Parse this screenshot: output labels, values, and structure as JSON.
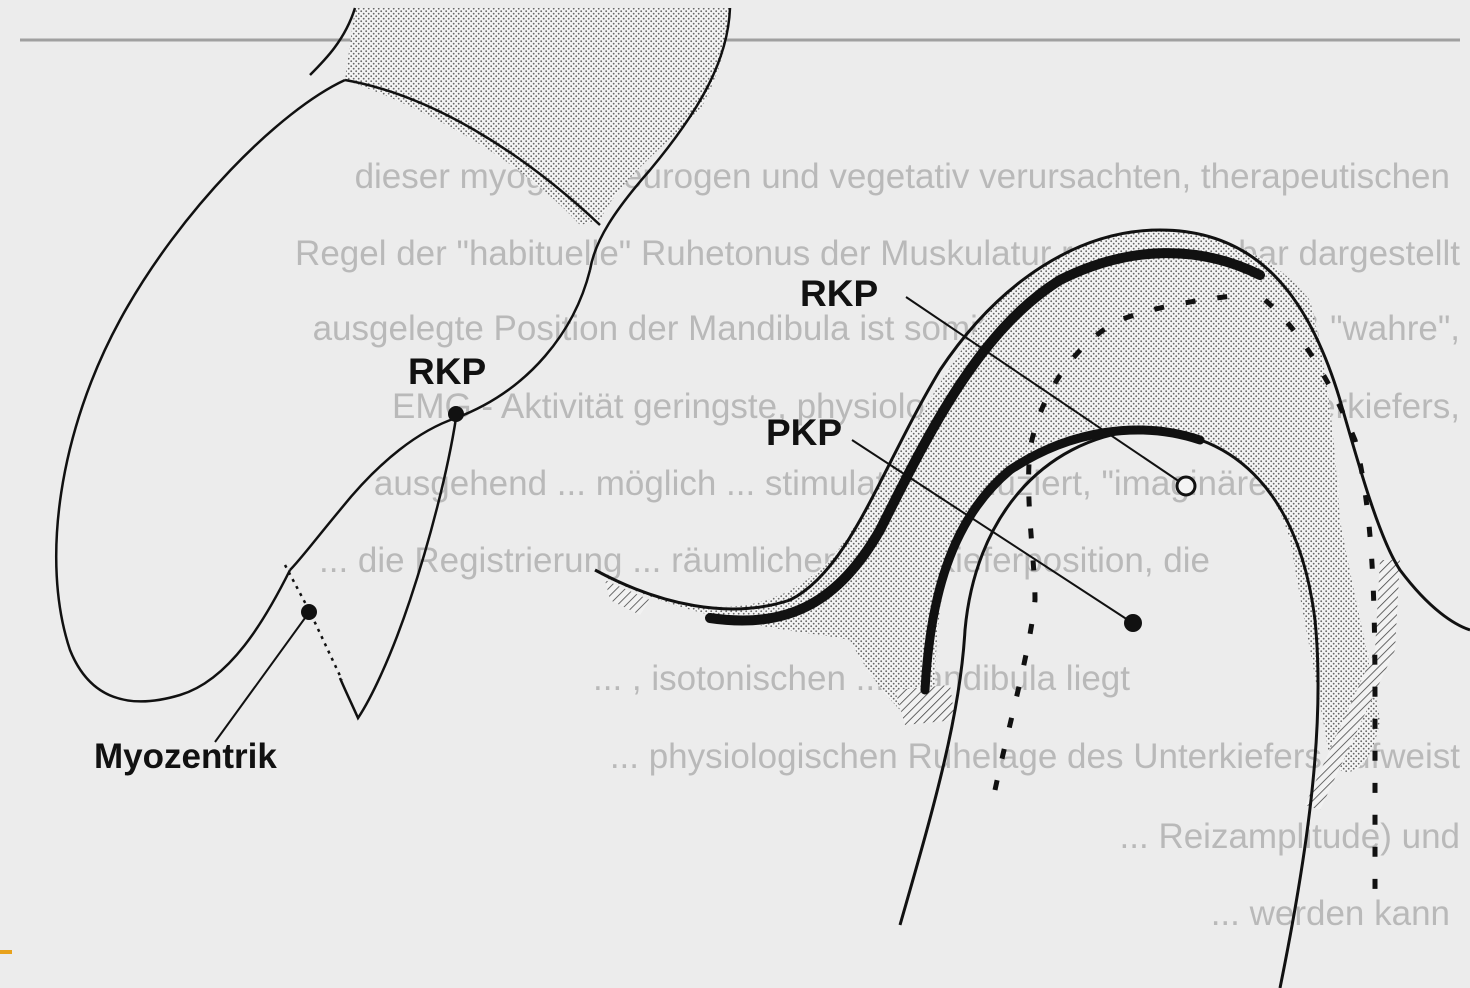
{
  "labels": {
    "rkp_left": "RKP",
    "myozentrik": "Myozentrik",
    "rkp_right": "RKP",
    "pkp": "PKP"
  },
  "bleed_through_text": [
    "dieser myogen, neurogen und vegetativ verursachten, therapeutischen",
    "Regel der \"habituelle\" Ruhetonus der Muskulatur reproduzierbar dargestellt",
    "ausgelegte Position der Mandibula ist somit die definitionsgemäß \"wahre\",",
    "EMG - Aktivität geringste, physiologische Ruhelage des Unterkiefers,",
    "ausgehend ... möglich ... stimulationsinduziert, \"imaginäre\"",
    "... die Registrierung ... räumlichen Unterkieferposition, die",
    "... , isotonischen ... Mandibula liegt",
    "... physiologischen Ruhelage des Unterkiefers aufweist",
    "... Reizamplitude) und",
    "... werden kann"
  ],
  "colors": {
    "ink": "#111111",
    "paper": "#ececec",
    "bleed": "#b9b9b9",
    "corner_accent": "#e8a21c"
  }
}
